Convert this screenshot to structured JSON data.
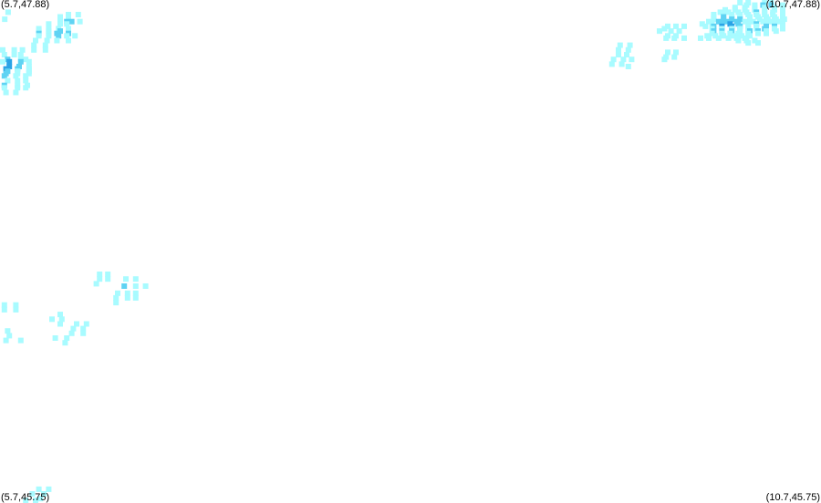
{
  "corners": {
    "top_left": "(5.7,47.88)",
    "top_right": "(10.7,47.88)",
    "bottom_left": "(5.7,45.75)",
    "bottom_right": "(10.7,45.75)"
  },
  "bounds": {
    "lon_min": 5.7,
    "lon_max": 10.7,
    "lat_min": 45.75,
    "lat_max": 47.88
  },
  "colors": {
    "level_1": "#a8fbff",
    "level_2": "#5fd3f3",
    "level_3": "#2ba3e6",
    "background": "#ffffff"
  },
  "cells": [
    [
      5.712,
      47.81,
      1
    ],
    [
      5.733,
      47.84,
      1
    ],
    [
      6.1,
      47.83,
      1
    ],
    [
      6.16,
      47.83,
      1
    ],
    [
      6.05,
      47.82,
      1
    ],
    [
      6.1,
      47.82,
      1
    ],
    [
      6.05,
      47.8,
      1
    ],
    [
      6.09,
      47.8,
      2
    ],
    [
      6.12,
      47.8,
      2
    ],
    [
      6.17,
      47.8,
      1
    ],
    [
      5.98,
      47.79,
      1
    ],
    [
      6.05,
      47.79,
      1
    ],
    [
      6.09,
      47.79,
      1
    ],
    [
      5.92,
      47.77,
      1
    ],
    [
      5.98,
      47.77,
      1
    ],
    [
      6.04,
      47.77,
      1
    ],
    [
      6.1,
      47.77,
      1
    ],
    [
      5.92,
      47.76,
      1
    ],
    [
      5.98,
      47.76,
      1
    ],
    [
      6.05,
      47.76,
      2
    ],
    [
      6.1,
      47.76,
      1
    ],
    [
      5.92,
      47.75,
      2
    ],
    [
      5.98,
      47.75,
      1
    ],
    [
      6.03,
      47.75,
      2
    ],
    [
      6.1,
      47.75,
      2
    ],
    [
      5.92,
      47.74,
      1
    ],
    [
      5.98,
      47.74,
      1
    ],
    [
      6.04,
      47.74,
      2
    ],
    [
      6.09,
      47.74,
      1
    ],
    [
      6.14,
      47.74,
      1
    ],
    [
      5.9,
      47.72,
      1
    ],
    [
      5.97,
      47.72,
      1
    ],
    [
      6.03,
      47.72,
      1
    ],
    [
      6.1,
      47.72,
      1
    ],
    [
      5.89,
      47.7,
      1
    ],
    [
      5.96,
      47.7,
      1
    ],
    [
      5.89,
      47.68,
      1
    ],
    [
      5.96,
      47.68,
      1
    ],
    [
      5.7,
      47.68,
      1
    ],
    [
      5.77,
      47.68,
      1
    ],
    [
      5.82,
      47.68,
      1
    ],
    [
      5.71,
      47.66,
      1
    ],
    [
      5.77,
      47.66,
      1
    ],
    [
      5.81,
      47.66,
      1
    ],
    [
      5.73,
      47.64,
      2
    ],
    [
      5.81,
      47.64,
      1
    ],
    [
      5.84,
      47.64,
      1
    ],
    [
      5.7,
      47.63,
      1
    ],
    [
      5.74,
      47.63,
      3
    ],
    [
      5.81,
      47.63,
      2
    ],
    [
      5.86,
      47.63,
      1
    ],
    [
      5.74,
      47.61,
      3
    ],
    [
      5.8,
      47.61,
      2
    ],
    [
      5.86,
      47.61,
      1
    ],
    [
      5.72,
      47.6,
      3
    ],
    [
      5.79,
      47.6,
      2
    ],
    [
      5.86,
      47.6,
      1
    ],
    [
      5.73,
      47.59,
      2
    ],
    [
      5.79,
      47.59,
      1
    ],
    [
      5.86,
      47.59,
      1
    ],
    [
      5.72,
      47.58,
      2
    ],
    [
      5.79,
      47.58,
      1
    ],
    [
      5.86,
      47.58,
      1
    ],
    [
      5.71,
      47.57,
      2
    ],
    [
      5.78,
      47.57,
      1
    ],
    [
      5.84,
      47.57,
      1
    ],
    [
      5.73,
      47.55,
      1
    ],
    [
      5.79,
      47.55,
      1
    ],
    [
      5.84,
      47.55,
      1
    ],
    [
      5.71,
      47.53,
      2
    ],
    [
      5.79,
      47.53,
      1
    ],
    [
      5.85,
      47.53,
      1
    ],
    [
      5.71,
      47.52,
      1
    ],
    [
      5.79,
      47.52,
      1
    ],
    [
      5.84,
      47.52,
      1
    ],
    [
      5.72,
      47.5,
      1
    ],
    [
      5.78,
      47.5,
      1
    ],
    [
      10.19,
      47.88,
      1
    ],
    [
      10.24,
      47.88,
      1
    ],
    [
      10.34,
      47.88,
      1
    ],
    [
      10.38,
      47.88,
      1
    ],
    [
      10.23,
      47.87,
      1
    ],
    [
      10.28,
      47.87,
      1
    ],
    [
      10.33,
      47.87,
      2
    ],
    [
      10.38,
      47.87,
      2
    ],
    [
      10.45,
      47.87,
      1
    ],
    [
      10.16,
      47.86,
      1
    ],
    [
      10.22,
      47.86,
      1
    ],
    [
      10.28,
      47.86,
      1
    ],
    [
      10.34,
      47.86,
      1
    ],
    [
      10.4,
      47.86,
      1
    ],
    [
      10.45,
      47.86,
      1
    ],
    [
      10.1,
      47.85,
      1
    ],
    [
      10.16,
      47.85,
      1
    ],
    [
      10.22,
      47.85,
      1
    ],
    [
      10.28,
      47.85,
      1
    ],
    [
      10.34,
      47.85,
      1
    ],
    [
      10.4,
      47.85,
      1
    ],
    [
      10.45,
      47.85,
      1
    ],
    [
      10.07,
      47.84,
      1
    ],
    [
      10.12,
      47.84,
      1
    ],
    [
      10.18,
      47.84,
      1
    ],
    [
      10.23,
      47.84,
      1
    ],
    [
      10.29,
      47.84,
      2
    ],
    [
      10.34,
      47.84,
      1
    ],
    [
      10.39,
      47.84,
      1
    ],
    [
      10.45,
      47.84,
      1
    ],
    [
      10.03,
      47.83,
      1
    ],
    [
      10.09,
      47.83,
      1
    ],
    [
      10.14,
      47.83,
      1
    ],
    [
      10.19,
      47.83,
      1
    ],
    [
      10.24,
      47.83,
      1
    ],
    [
      10.29,
      47.83,
      1
    ],
    [
      10.34,
      47.83,
      1
    ],
    [
      10.39,
      47.83,
      1
    ],
    [
      10.45,
      47.83,
      1
    ],
    [
      10.03,
      47.82,
      1
    ],
    [
      10.09,
      47.82,
      2
    ],
    [
      10.14,
      47.82,
      1
    ],
    [
      10.19,
      47.82,
      1
    ],
    [
      10.25,
      47.82,
      1
    ],
    [
      10.3,
      47.82,
      1
    ],
    [
      10.35,
      47.82,
      1
    ],
    [
      10.4,
      47.82,
      1
    ],
    [
      10.45,
      47.82,
      1
    ],
    [
      10.03,
      47.81,
      1
    ],
    [
      10.09,
      47.81,
      2
    ],
    [
      10.14,
      47.81,
      2
    ],
    [
      10.19,
      47.81,
      2
    ],
    [
      10.25,
      47.81,
      1
    ],
    [
      10.31,
      47.81,
      1
    ],
    [
      10.36,
      47.81,
      1
    ],
    [
      10.41,
      47.81,
      1
    ],
    [
      10.46,
      47.81,
      1
    ],
    [
      10.0,
      47.8,
      1
    ],
    [
      10.06,
      47.8,
      2
    ],
    [
      10.11,
      47.8,
      2
    ],
    [
      10.17,
      47.8,
      2
    ],
    [
      10.22,
      47.8,
      1
    ],
    [
      10.27,
      47.8,
      1
    ],
    [
      10.33,
      47.8,
      1
    ],
    [
      10.38,
      47.8,
      1
    ],
    [
      10.43,
      47.8,
      1
    ],
    [
      9.96,
      47.79,
      1
    ],
    [
      10.02,
      47.79,
      1
    ],
    [
      10.08,
      47.79,
      2
    ],
    [
      10.13,
      47.79,
      3
    ],
    [
      10.18,
      47.79,
      2
    ],
    [
      10.24,
      47.79,
      1
    ],
    [
      10.29,
      47.79,
      2
    ],
    [
      10.35,
      47.79,
      1
    ],
    [
      10.4,
      47.79,
      1
    ],
    [
      10.45,
      47.79,
      1
    ],
    [
      9.98,
      47.78,
      1
    ],
    [
      10.03,
      47.78,
      2
    ],
    [
      10.08,
      47.78,
      3
    ],
    [
      10.14,
      47.78,
      3
    ],
    [
      10.19,
      47.78,
      2
    ],
    [
      10.24,
      47.78,
      1
    ],
    [
      10.29,
      47.78,
      1
    ],
    [
      10.35,
      47.78,
      2
    ],
    [
      10.4,
      47.78,
      2
    ],
    [
      10.45,
      47.78,
      1
    ],
    [
      10.02,
      47.77,
      1
    ],
    [
      10.08,
      47.77,
      1
    ],
    [
      10.14,
      47.77,
      1
    ],
    [
      10.19,
      47.77,
      1
    ],
    [
      10.24,
      47.77,
      1
    ],
    [
      10.29,
      47.77,
      1
    ],
    [
      10.34,
      47.77,
      2
    ],
    [
      10.4,
      47.77,
      1
    ],
    [
      10.45,
      47.77,
      1
    ],
    [
      10.03,
      47.76,
      2
    ],
    [
      10.08,
      47.76,
      2
    ],
    [
      10.14,
      47.76,
      2
    ],
    [
      10.19,
      47.76,
      1
    ],
    [
      10.25,
      47.76,
      2
    ],
    [
      10.3,
      47.76,
      2
    ],
    [
      10.35,
      47.76,
      1
    ],
    [
      10.41,
      47.76,
      1
    ],
    [
      10.02,
      47.75,
      1
    ],
    [
      10.08,
      47.75,
      1
    ],
    [
      10.13,
      47.75,
      1
    ],
    [
      10.18,
      47.75,
      1
    ],
    [
      10.24,
      47.75,
      1
    ],
    [
      10.3,
      47.75,
      1
    ],
    [
      10.35,
      47.75,
      1
    ],
    [
      9.99,
      47.74,
      1
    ],
    [
      10.04,
      47.74,
      1
    ],
    [
      10.09,
      47.74,
      1
    ],
    [
      10.15,
      47.74,
      1
    ],
    [
      10.2,
      47.74,
      1
    ],
    [
      10.25,
      47.74,
      1
    ],
    [
      9.95,
      47.73,
      1
    ],
    [
      10.0,
      47.73,
      1
    ],
    [
      10.06,
      47.73,
      1
    ],
    [
      10.12,
      47.73,
      1
    ],
    [
      10.17,
      47.73,
      1
    ],
    [
      10.22,
      47.73,
      1
    ],
    [
      10.18,
      47.72,
      1
    ],
    [
      10.23,
      47.72,
      1
    ],
    [
      10.28,
      47.72,
      1
    ],
    [
      10.24,
      47.71,
      1
    ],
    [
      10.3,
      47.71,
      1
    ],
    [
      9.75,
      47.78,
      1
    ],
    [
      9.8,
      47.78,
      1
    ],
    [
      9.85,
      47.78,
      1
    ],
    [
      9.73,
      47.77,
      1
    ],
    [
      9.7,
      47.76,
      1
    ],
    [
      9.77,
      47.76,
      1
    ],
    [
      9.82,
      47.76,
      1
    ],
    [
      9.75,
      47.74,
      1
    ],
    [
      9.8,
      47.74,
      1
    ],
    [
      9.74,
      47.73,
      1
    ],
    [
      9.79,
      47.73,
      1
    ],
    [
      9.85,
      47.73,
      1
    ],
    [
      9.46,
      47.7,
      1
    ],
    [
      9.52,
      47.7,
      1
    ],
    [
      9.45,
      47.68,
      1
    ],
    [
      9.51,
      47.68,
      1
    ],
    [
      9.45,
      47.66,
      1
    ],
    [
      9.5,
      47.66,
      1
    ],
    [
      9.75,
      47.67,
      1
    ],
    [
      9.8,
      47.67,
      1
    ],
    [
      9.74,
      47.65,
      1
    ],
    [
      9.79,
      47.65,
      1
    ],
    [
      9.42,
      47.64,
      1
    ],
    [
      9.48,
      47.64,
      1
    ],
    [
      9.53,
      47.64,
      1
    ],
    [
      9.73,
      47.64,
      1
    ],
    [
      9.41,
      47.62,
      1
    ],
    [
      9.47,
      47.62,
      1
    ],
    [
      9.51,
      47.61,
      1
    ],
    [
      6.29,
      46.73,
      1
    ],
    [
      6.34,
      46.73,
      1
    ],
    [
      6.29,
      46.71,
      1
    ],
    [
      6.34,
      46.71,
      1
    ],
    [
      6.27,
      46.69,
      1
    ],
    [
      6.45,
      46.71,
      1
    ],
    [
      6.51,
      46.71,
      1
    ],
    [
      6.44,
      46.68,
      2
    ],
    [
      6.51,
      46.68,
      1
    ],
    [
      6.57,
      46.68,
      1
    ],
    [
      6.4,
      46.65,
      1
    ],
    [
      6.46,
      46.65,
      1
    ],
    [
      6.51,
      46.65,
      1
    ],
    [
      6.39,
      46.63,
      1
    ],
    [
      6.46,
      46.63,
      1
    ],
    [
      6.51,
      46.63,
      1
    ],
    [
      6.39,
      46.61,
      1
    ],
    [
      5.71,
      46.6,
      1
    ],
    [
      5.78,
      46.6,
      1
    ],
    [
      5.71,
      46.58,
      1
    ],
    [
      5.78,
      46.58,
      1
    ],
    [
      6.05,
      46.56,
      1
    ],
    [
      6.0,
      46.54,
      1
    ],
    [
      6.06,
      46.54,
      1
    ],
    [
      6.05,
      46.52,
      1
    ],
    [
      6.15,
      46.52,
      1
    ],
    [
      6.21,
      46.52,
      1
    ],
    [
      6.13,
      46.5,
      1
    ],
    [
      6.19,
      46.5,
      1
    ],
    [
      6.12,
      46.48,
      1
    ],
    [
      6.19,
      46.48,
      1
    ],
    [
      5.73,
      46.49,
      1
    ],
    [
      5.74,
      46.47,
      1
    ],
    [
      6.02,
      46.46,
      1
    ],
    [
      6.09,
      46.46,
      1
    ],
    [
      5.72,
      46.45,
      1
    ],
    [
      5.81,
      46.45,
      1
    ],
    [
      6.08,
      46.44,
      1
    ],
    [
      5.92,
      45.82,
      1
    ],
    [
      5.98,
      45.82,
      1
    ],
    [
      5.88,
      45.8,
      1
    ],
    [
      5.95,
      45.8,
      1
    ],
    [
      5.93,
      45.78,
      1
    ],
    [
      5.84,
      45.77,
      1
    ],
    [
      5.9,
      45.77,
      1
    ]
  ]
}
